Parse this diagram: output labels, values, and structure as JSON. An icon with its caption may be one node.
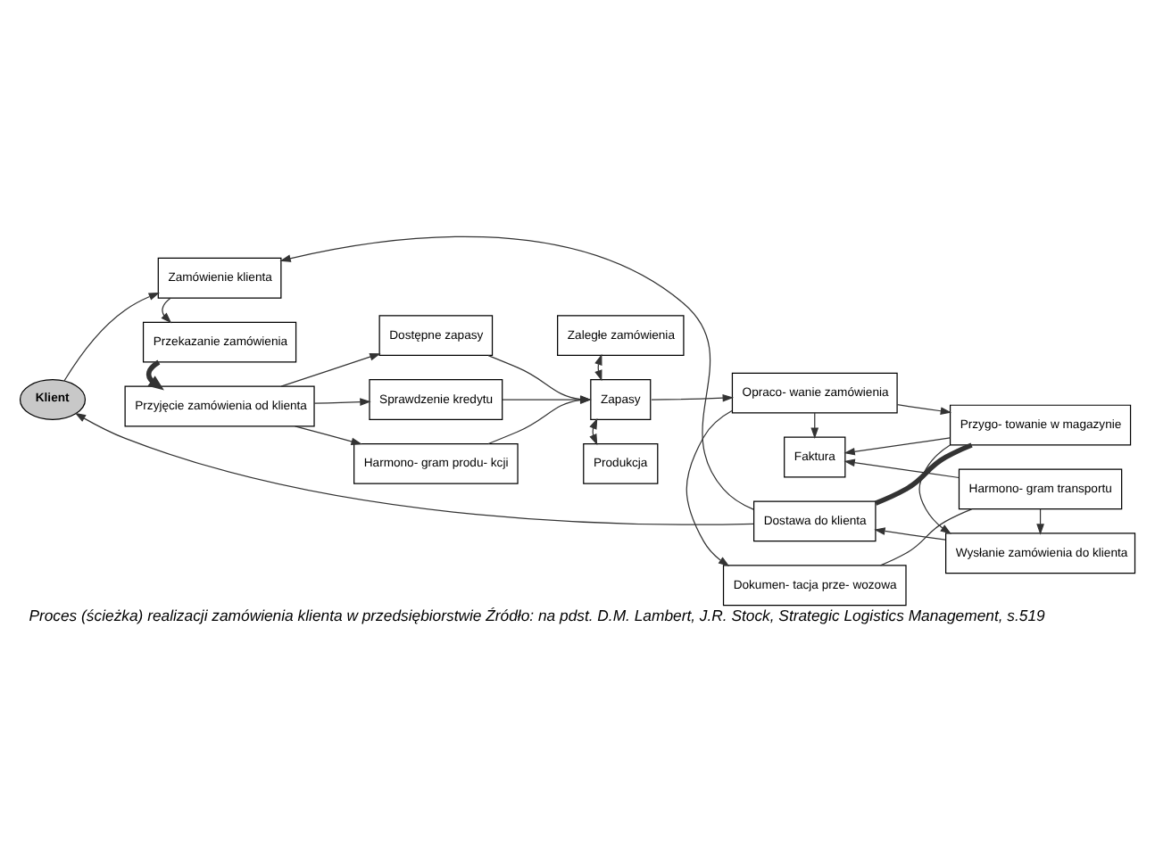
{
  "diagram": {
    "caption": "Proces (ścieżka) realizacji zamówienia klienta w przedsiębiorstwie Źródło: na pdst. D.M. Lambert, J.R. Stock, Strategic Logistics Management, s.519",
    "nodes": [
      {
        "text": [
          "Klient"
        ]
      },
      {
        "text": [
          "Zamówienie klienta"
        ]
      },
      {
        "text": [
          "Dostawa do klienta"
        ]
      },
      {
        "text": [
          "Wysłanie zamówienia do klienta"
        ]
      },
      {
        "text": [
          "Przekazanie zamówienia"
        ]
      },
      {
        "text": [
          "Zaległe zamówienia"
        ]
      },
      {
        "text": [
          "Faktura"
        ]
      },
      {
        "text": [
          "Dostępne zapasy"
        ]
      },
      {
        "text": [
          "Przyjęcie zamówienia od klienta"
        ]
      },
      {
        "text": [
          "Sprawdzenie kredytu"
        ]
      },
      {
        "text": [
          "Zapasy"
        ]
      },
      {
        "text": [
          "Opraco- wanie zamówienia"
        ]
      },
      {
        "text": [
          "Przygo- towanie w magazynie"
        ]
      },
      {
        "text": [
          "Harmono- gram produ- kcji"
        ]
      },
      {
        "text": [
          "Produkcja"
        ]
      },
      {
        "text": [
          "Dokumen- tacja prze- wozowa"
        ]
      },
      {
        "text": [
          "Harmono- gram transportu"
        ]
      }
    ],
    "edges": [
      {
        "from": 0,
        "to": 1,
        "arrow": "to"
      },
      {
        "from": 2,
        "to": 0,
        "arrow": "to"
      },
      {
        "from": 2,
        "to": 1,
        "arrow": "to"
      },
      {
        "from": 3,
        "to": 2,
        "arrow": "to"
      },
      {
        "from": 1,
        "to": 4,
        "arrow": "to"
      },
      {
        "from": 4,
        "to": 8,
        "arrow": "to",
        "style": "thick"
      },
      {
        "from": 8,
        "to": 7,
        "arrow": "to"
      },
      {
        "from": 8,
        "to": 9,
        "arrow": "to"
      },
      {
        "from": 8,
        "to": 13,
        "arrow": "to"
      },
      {
        "from": 7,
        "to": 10,
        "arrow": "to"
      },
      {
        "from": 9,
        "to": 10,
        "arrow": "to"
      },
      {
        "from": 13,
        "to": 10,
        "arrow": "to"
      },
      {
        "from": 10,
        "to": 5,
        "arrow": "both"
      },
      {
        "from": 10,
        "to": 14,
        "arrow": "both"
      },
      {
        "from": 10,
        "to": 11,
        "arrow": "to"
      },
      {
        "from": 11,
        "to": 6,
        "arrow": "to"
      },
      {
        "from": 11,
        "to": 15,
        "arrow": "to"
      },
      {
        "from": 11,
        "to": 12,
        "arrow": "to"
      },
      {
        "from": 15,
        "to": 16,
        "arrow": "none"
      },
      {
        "from": 12,
        "to": 6,
        "arrow": "to"
      },
      {
        "from": 12,
        "to": 3,
        "arrow": "to"
      },
      {
        "from": 16,
        "to": 6,
        "arrow": "to"
      },
      {
        "from": 16,
        "to": 3,
        "arrow": "to"
      },
      {
        "from": 12,
        "to": 2,
        "arrow": "none",
        "style": "thick"
      }
    ]
  }
}
